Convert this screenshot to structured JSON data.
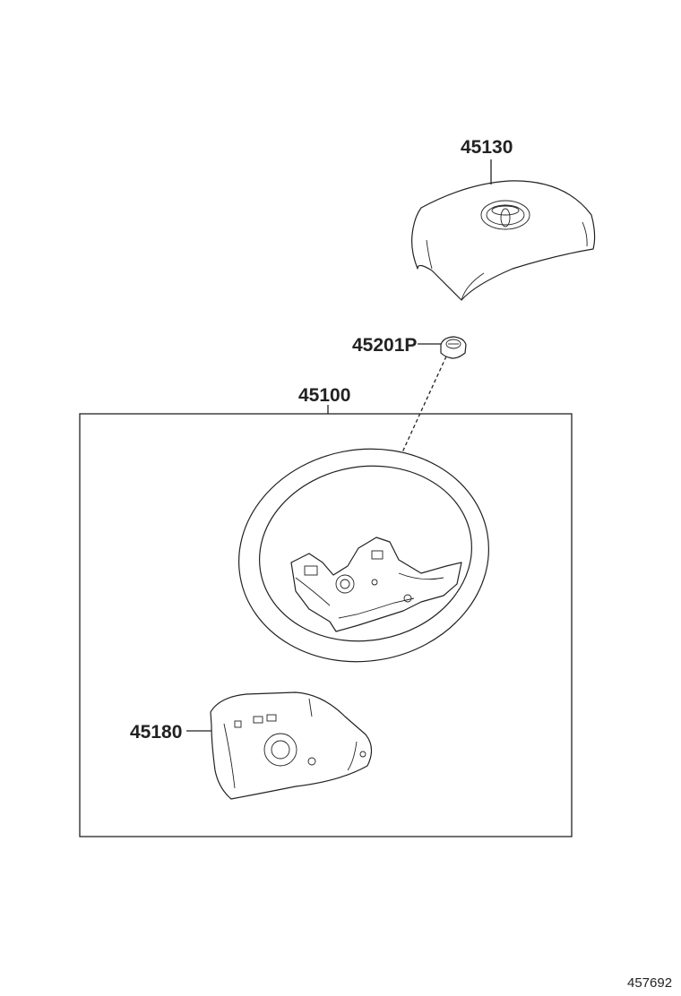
{
  "parts": {
    "horn_pad": {
      "number": "45130"
    },
    "bolt": {
      "number": "45201P"
    },
    "wheel_assembly": {
      "number": "45100"
    },
    "lower_cover": {
      "number": "45180"
    }
  },
  "figure_id": "457692",
  "colors": {
    "line": "#222222",
    "background": "#ffffff"
  }
}
